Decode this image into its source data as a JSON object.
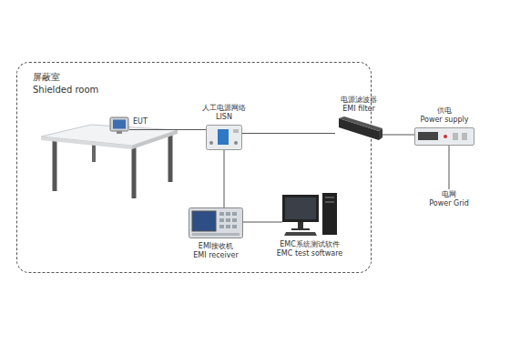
{
  "diagram": {
    "nodes": [
      {
        "text": [
          "屏蔽室",
          "Shielded room"
        ]
      },
      {
        "text": [
          "EUT"
        ],
        "in": 0
      },
      {
        "text": [
          "人工电源网络",
          "LISN"
        ],
        "in": 0
      },
      {
        "text": [
          "EMI接收机",
          "EMI receiver"
        ],
        "in": 0
      },
      {
        "text": [
          "EMC系统测试软件",
          "EMC test software"
        ],
        "in": 0
      },
      {
        "text": [
          "电源滤波器",
          "EMI filter"
        ]
      },
      {
        "text": [
          "供电",
          "Power supply"
        ]
      },
      {
        "text": [
          "电网",
          "Power Grid"
        ]
      }
    ],
    "edges": [
      {
        "from": 1,
        "to": 2,
        "arrow": "none"
      },
      {
        "from": 2,
        "to": 5,
        "arrow": "none"
      },
      {
        "from": 5,
        "to": 6,
        "arrow": "none"
      },
      {
        "from": 2,
        "to": 3,
        "arrow": "none"
      },
      {
        "from": 3,
        "to": 4,
        "arrow": "none"
      },
      {
        "from": 6,
        "to": 7,
        "arrow": "none"
      }
    ]
  }
}
